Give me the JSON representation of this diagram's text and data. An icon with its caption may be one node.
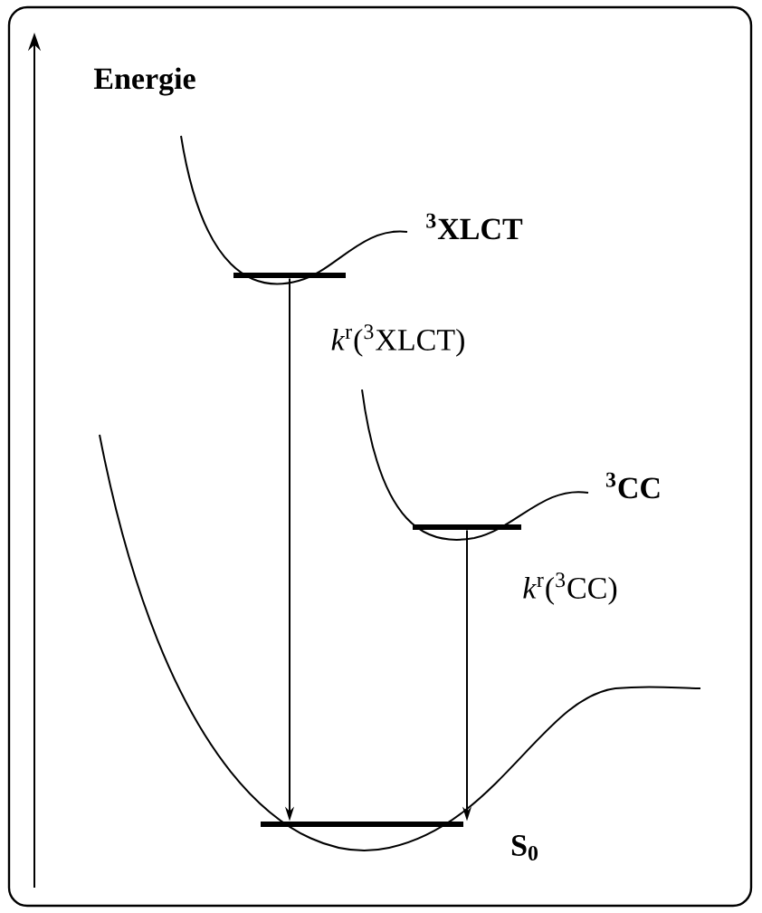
{
  "diagram": {
    "nodes": [
      {
        "text": [
          "$^{3}$XLCT"
        ]
      },
      {
        "text": [
          "$^{3}$CC"
        ]
      },
      {
        "text": [
          "S$_{0}$"
        ]
      }
    ],
    "edges": [
      {
        "from": 0,
        "to": 2,
        "arrow": "to",
        "label": "*k*$^{r}$($^{3}$XLCT)"
      },
      {
        "from": 1,
        "to": 2,
        "arrow": "to",
        "label": "*k*$^{r}$($^{3}$CC)"
      }
    ],
    "labels": [
      "Energie"
    ]
  }
}
